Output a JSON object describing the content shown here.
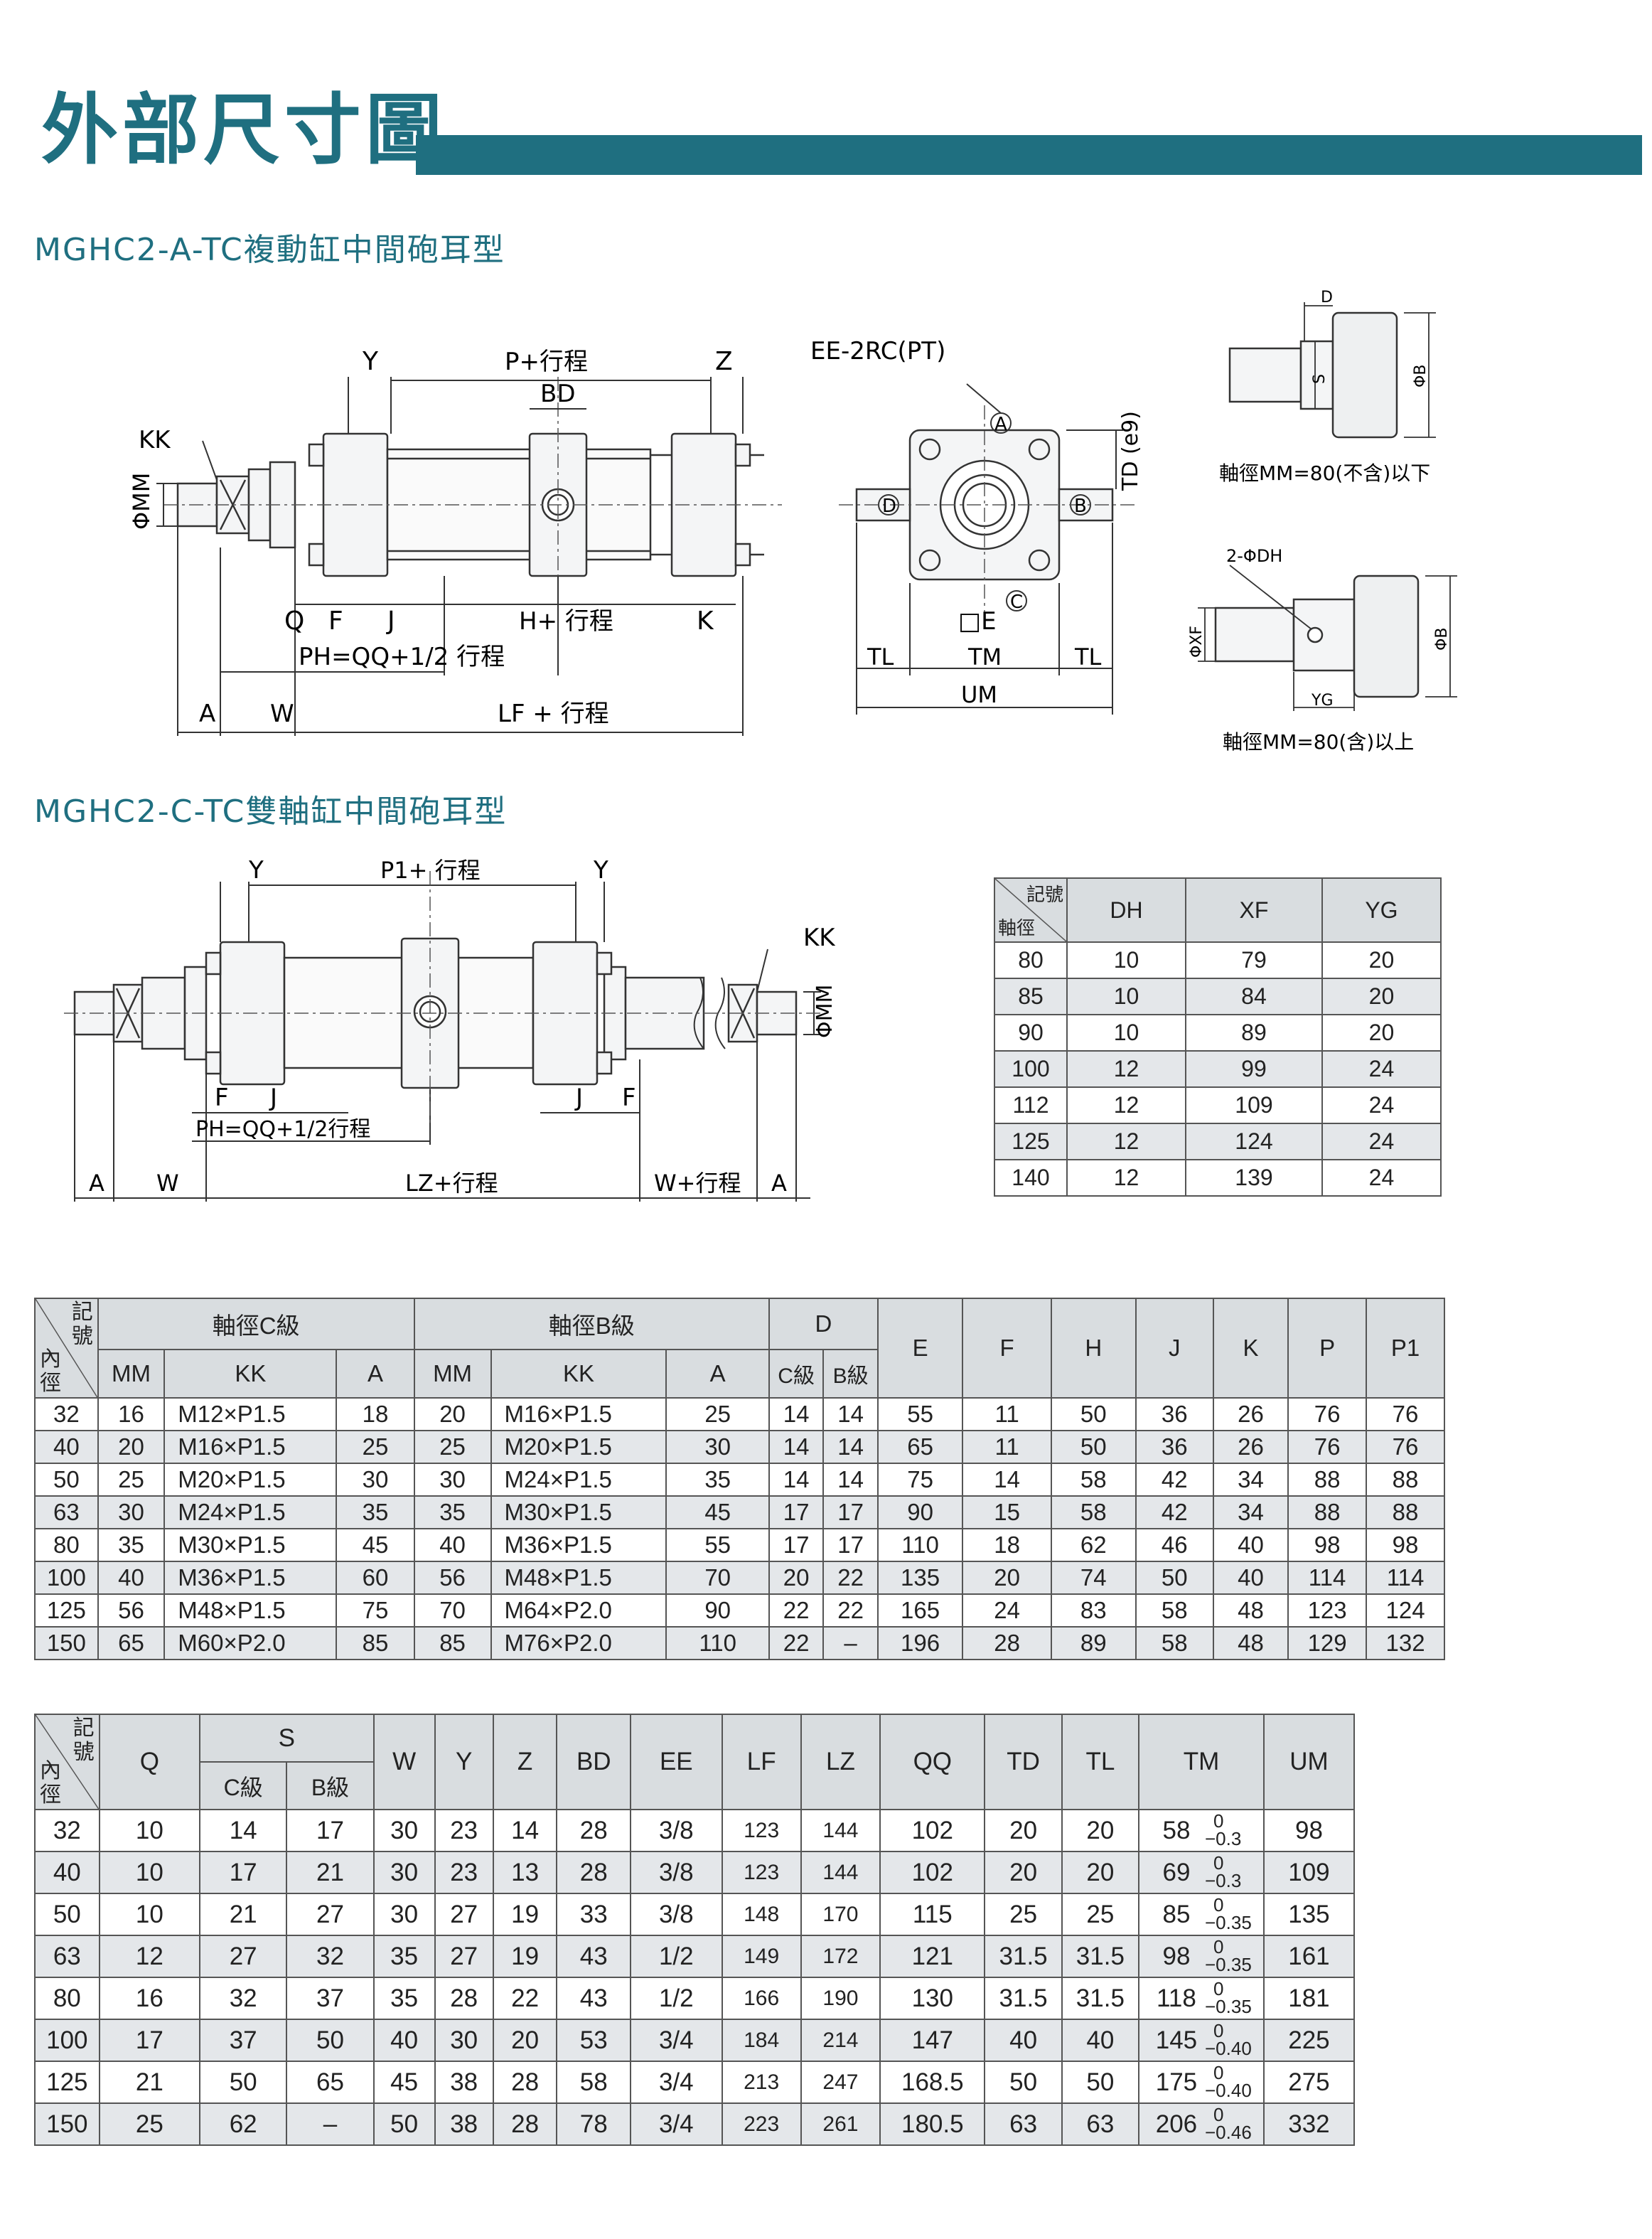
{
  "page": {
    "title": "外部尺寸圖",
    "section_a": "MGHC2-A-TC複動缸中間砲耳型",
    "section_c": "MGHC2-C-TC雙軸缸中間砲耳型"
  },
  "diagram_a": {
    "labels": [
      "Y",
      "P+行程",
      "Z",
      "BD",
      "KK",
      "ΦMM",
      "Q",
      "F",
      "J",
      "H+ 行程",
      "K",
      "PH=QQ+1/2 行程",
      "A",
      "W",
      "LF + 行程"
    ],
    "end_view": [
      "EE-2RC(PT)",
      "A",
      "B",
      "C",
      "D",
      "TD (e9)",
      "□E",
      "TL",
      "TM",
      "TL",
      "UM"
    ],
    "rod_small": {
      "labels": [
        "D",
        "S",
        "ΦB"
      ],
      "caption": "軸徑MM=80(不含)以下"
    },
    "rod_large": {
      "labels": [
        "2-ΦDH",
        "ΦXF",
        "ΦB",
        "YG"
      ],
      "caption": "軸徑MM=80(含)以上"
    }
  },
  "diagram_c": {
    "labels": [
      "Y",
      "P1+ 行程",
      "Y",
      "KK",
      "ΦMM",
      "F",
      "J",
      "J",
      "F",
      "PH=QQ+1/2行程",
      "A",
      "W",
      "LZ+行程",
      "W+行程",
      "A"
    ]
  },
  "table_dh": {
    "corner_top": "記號",
    "corner_bottom": "軸徑",
    "headers": [
      "DH",
      "XF",
      "YG"
    ],
    "rows": [
      [
        "80",
        "10",
        "79",
        "20"
      ],
      [
        "85",
        "10",
        "84",
        "20"
      ],
      [
        "90",
        "10",
        "89",
        "20"
      ],
      [
        "100",
        "12",
        "99",
        "24"
      ],
      [
        "112",
        "12",
        "109",
        "24"
      ],
      [
        "125",
        "12",
        "124",
        "24"
      ],
      [
        "140",
        "12",
        "139",
        "24"
      ]
    ]
  },
  "table_main": {
    "corner_top": "記號",
    "corner_bottom": "內徑",
    "group_c": "軸徑C級",
    "group_b": "軸徑B級",
    "group_d": "D",
    "sub_c": [
      "MM",
      "KK",
      "A"
    ],
    "sub_b": [
      "MM",
      "KK",
      "A"
    ],
    "sub_d": [
      "C級",
      "B級"
    ],
    "single": [
      "E",
      "F",
      "H",
      "J",
      "K",
      "P",
      "P1"
    ],
    "rows": [
      [
        "32",
        "16",
        "M12×P1.5",
        "18",
        "20",
        "M16×P1.5",
        "25",
        "14",
        "14",
        "55",
        "11",
        "50",
        "36",
        "26",
        "76",
        "76"
      ],
      [
        "40",
        "20",
        "M16×P1.5",
        "25",
        "25",
        "M20×P1.5",
        "30",
        "14",
        "14",
        "65",
        "11",
        "50",
        "36",
        "26",
        "76",
        "76"
      ],
      [
        "50",
        "25",
        "M20×P1.5",
        "30",
        "30",
        "M24×P1.5",
        "35",
        "14",
        "14",
        "75",
        "14",
        "58",
        "42",
        "34",
        "88",
        "88"
      ],
      [
        "63",
        "30",
        "M24×P1.5",
        "35",
        "35",
        "M30×P1.5",
        "45",
        "17",
        "17",
        "90",
        "15",
        "58",
        "42",
        "34",
        "88",
        "88"
      ],
      [
        "80",
        "35",
        "M30×P1.5",
        "45",
        "40",
        "M36×P1.5",
        "55",
        "17",
        "17",
        "110",
        "18",
        "62",
        "46",
        "40",
        "98",
        "98"
      ],
      [
        "100",
        "40",
        "M36×P1.5",
        "60",
        "56",
        "M48×P1.5",
        "70",
        "20",
        "22",
        "135",
        "20",
        "74",
        "50",
        "40",
        "114",
        "114"
      ],
      [
        "125",
        "56",
        "M48×P1.5",
        "75",
        "70",
        "M64×P2.0",
        "90",
        "22",
        "22",
        "165",
        "24",
        "83",
        "58",
        "48",
        "123",
        "124"
      ],
      [
        "150",
        "65",
        "M60×P2.0",
        "85",
        "85",
        "M76×P2.0",
        "110",
        "22",
        "–",
        "196",
        "28",
        "89",
        "58",
        "48",
        "129",
        "132"
      ]
    ]
  },
  "table_second": {
    "corner_top": "記號",
    "corner_bottom": "內徑",
    "q": "Q",
    "s_group": "S",
    "s_sub": [
      "C級",
      "B級"
    ],
    "single": [
      "W",
      "Y",
      "Z",
      "BD",
      "EE",
      "LF",
      "LZ",
      "QQ",
      "TD",
      "TL",
      "TM",
      "UM"
    ],
    "rows": [
      [
        "32",
        "10",
        "14",
        "17",
        "30",
        "23",
        "14",
        "28",
        "3/8",
        "123",
        "144",
        "102",
        "20",
        "20",
        "58",
        "0",
        "−0.3",
        "98"
      ],
      [
        "40",
        "10",
        "17",
        "21",
        "30",
        "23",
        "13",
        "28",
        "3/8",
        "123",
        "144",
        "102",
        "20",
        "20",
        "69",
        "0",
        "−0.3",
        "109"
      ],
      [
        "50",
        "10",
        "21",
        "27",
        "30",
        "27",
        "19",
        "33",
        "3/8",
        "148",
        "170",
        "115",
        "25",
        "25",
        "85",
        "0",
        "−0.35",
        "135"
      ],
      [
        "63",
        "12",
        "27",
        "32",
        "35",
        "27",
        "19",
        "43",
        "1/2",
        "149",
        "172",
        "121",
        "31.5",
        "31.5",
        "98",
        "0",
        "−0.35",
        "161"
      ],
      [
        "80",
        "16",
        "32",
        "37",
        "35",
        "28",
        "22",
        "43",
        "1/2",
        "166",
        "190",
        "130",
        "31.5",
        "31.5",
        "118",
        "0",
        "−0.35",
        "181"
      ],
      [
        "100",
        "17",
        "37",
        "50",
        "40",
        "30",
        "20",
        "53",
        "3/4",
        "184",
        "214",
        "147",
        "40",
        "40",
        "145",
        "0",
        "−0.40",
        "225"
      ],
      [
        "125",
        "21",
        "50",
        "65",
        "45",
        "38",
        "28",
        "58",
        "3/4",
        "213",
        "247",
        "168.5",
        "50",
        "50",
        "175",
        "0",
        "−0.40",
        "275"
      ],
      [
        "150",
        "25",
        "62",
        "–",
        "50",
        "38",
        "28",
        "78",
        "3/4",
        "223",
        "261",
        "180.5",
        "63",
        "63",
        "206",
        "0",
        "−0.46",
        "332"
      ]
    ]
  }
}
